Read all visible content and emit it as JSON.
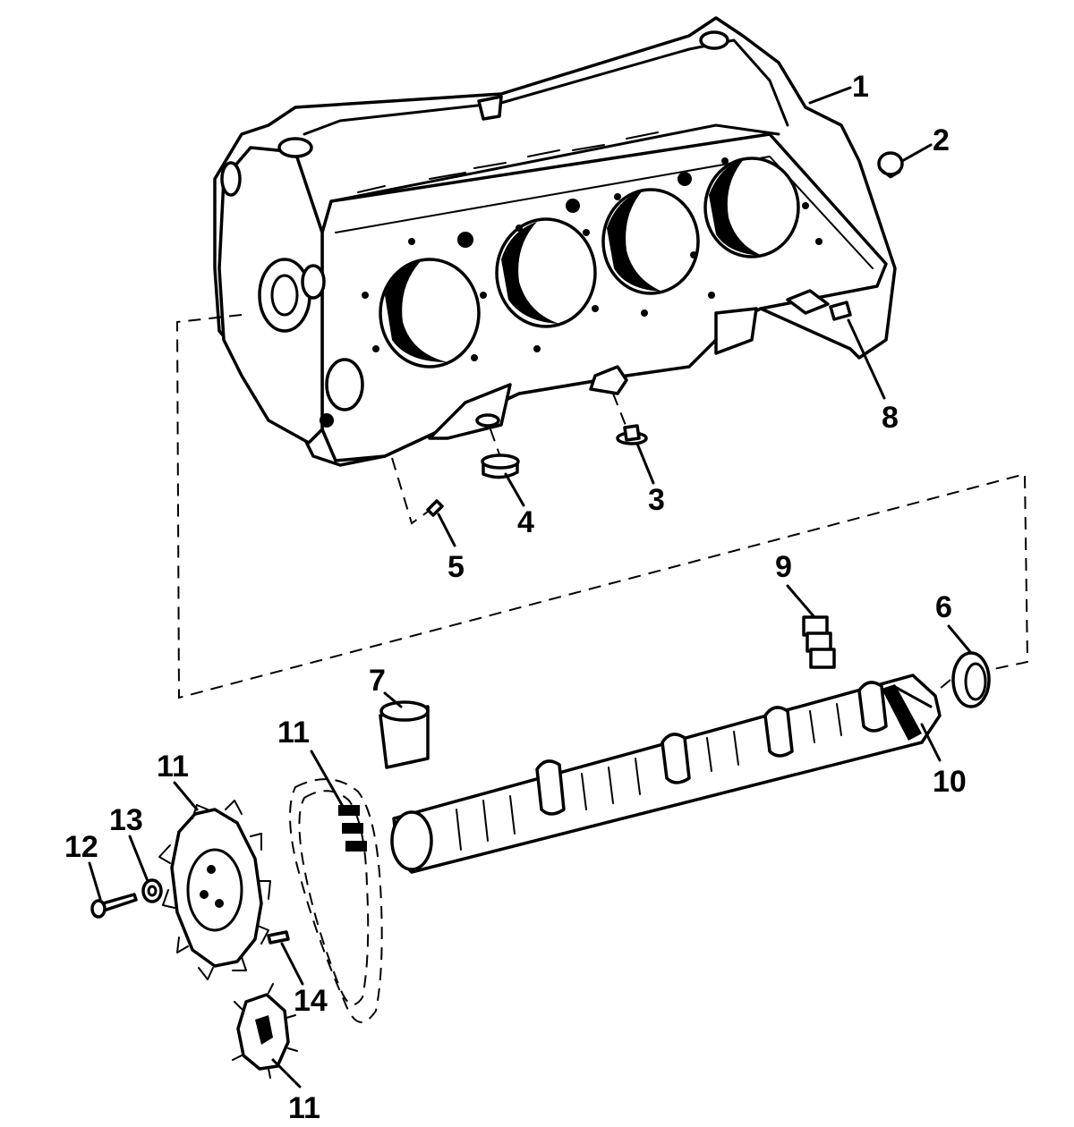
{
  "callouts": {
    "c1": "1",
    "c2": "2",
    "c3": "3",
    "c4": "4",
    "c5": "5",
    "c6": "6",
    "c7": "7",
    "c8": "8",
    "c9": "9",
    "c10": "10",
    "c11a": "11",
    "c11b": "11",
    "c11c": "11",
    "c12": "12",
    "c13": "13",
    "c14": "14"
  }
}
